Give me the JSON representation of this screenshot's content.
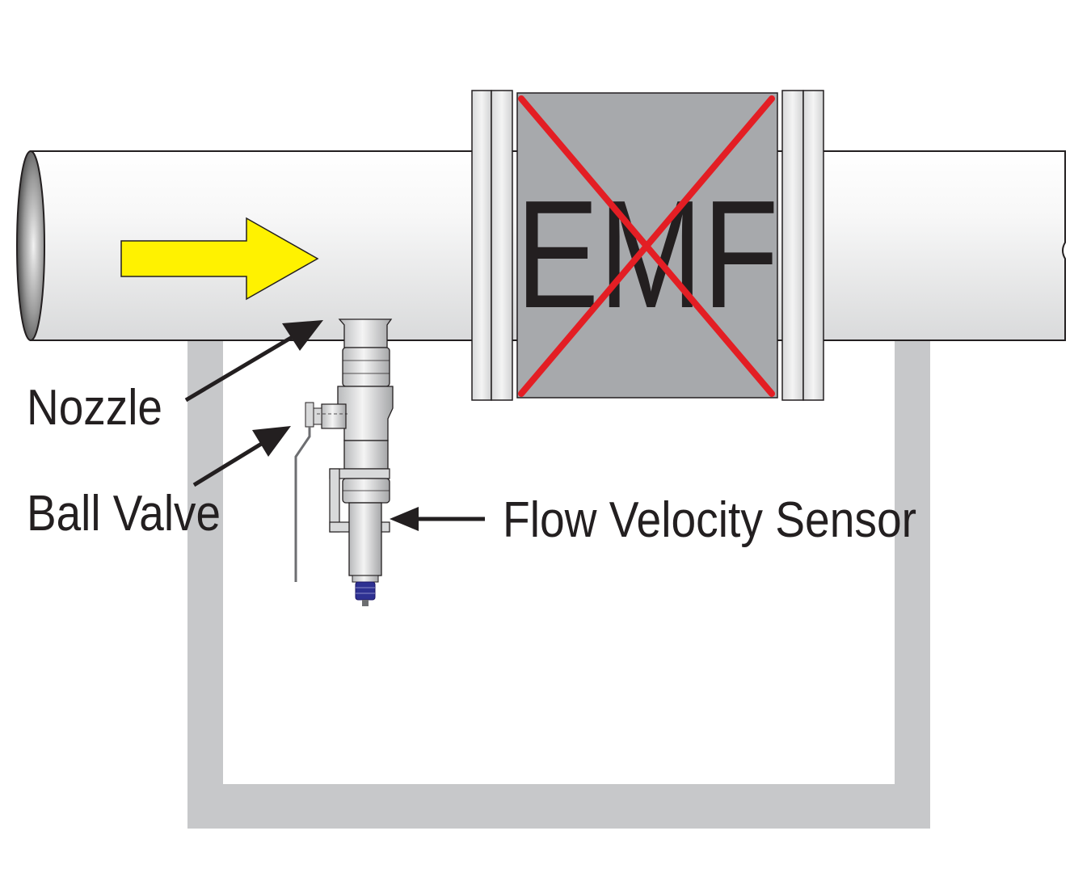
{
  "meter": {
    "text": "EMF",
    "cross_color": "#e31e24",
    "body_color": "#a7a9ac"
  },
  "labels": {
    "nozzle": "Nozzle",
    "ball_valve": "Ball Valve",
    "sensor": "Flow Velocity Sensor"
  },
  "colors": {
    "flow_arrow": "#fff200",
    "pipe": "#f1f2f2",
    "bypass_frame": "#c7c8ca",
    "sensor_tip": "#2e3192",
    "outline": "#231f20"
  },
  "icons": {
    "flow_direction": "right-arrow-icon",
    "meter_disabled": "cross-icon"
  }
}
